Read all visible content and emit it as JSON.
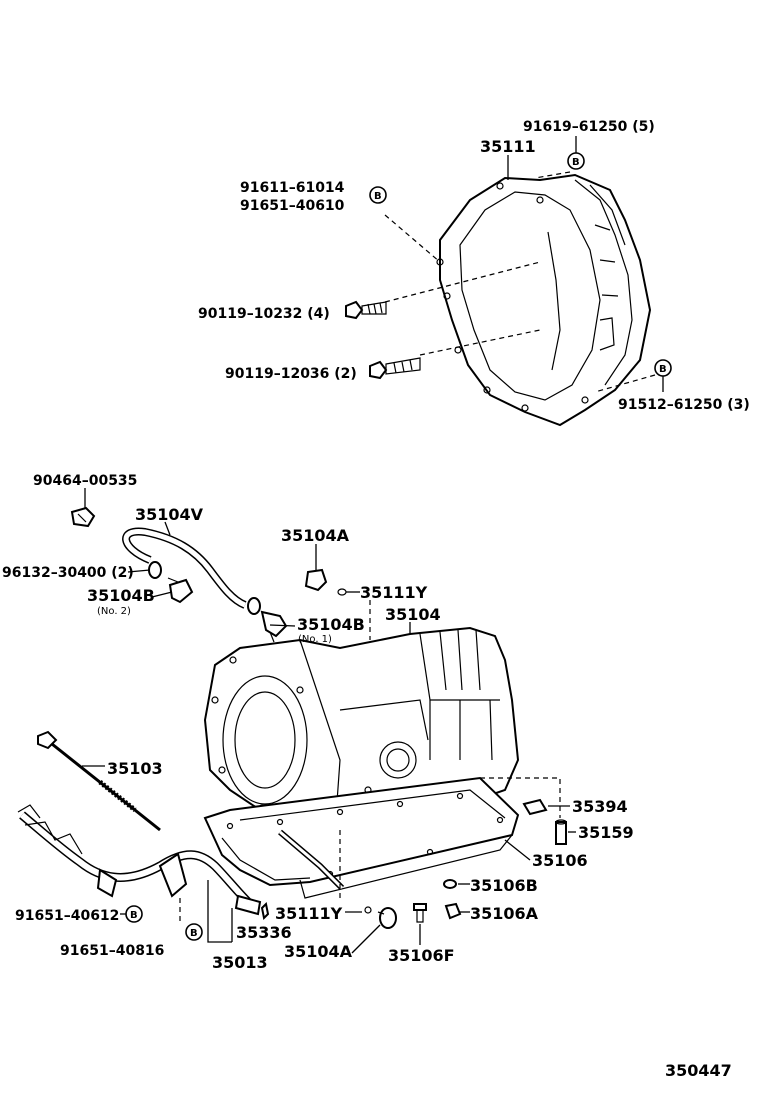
{
  "badge_letter": "B",
  "labels": {
    "bolt_91619": "91619–61250 (5)",
    "housing_35111": "35111",
    "bolt_91611": "91611–61014",
    "bolt_91651_40610": "91651–40610",
    "bolt_90119_10232": "90119–10232 (4)",
    "bolt_90119_12036": "90119–12036 (2)",
    "bolt_91512": "91512–61250 (3)",
    "clip_90464": "90464–00535",
    "hose_35104V": "35104V",
    "clamp_96132": "96132–30400 (2)",
    "union_35104B_no2": "35104B",
    "no2_note": "(No. 2)",
    "plug_35104A_top": "35104A",
    "oring_35111Y_top": "35111Y",
    "trans_35104": "35104",
    "union_35104B_no1": "35104B",
    "no1_note": "(No. 1)",
    "dipstick_35103": "35103",
    "magnet_35394": "35394",
    "strainer_35159": "35159",
    "pan_35106": "35106",
    "gasket_35106B": "35106B",
    "plug_35106A": "35106A",
    "bolt_91651_40612": "91651–40612",
    "oring_35111Y_bottom": "35111Y",
    "tube_35336": "35336",
    "bolt_91651_40816": "91651–40816",
    "plug_35104A_bottom": "35104A",
    "guide_35013": "35013",
    "drain_35106F": "35106F",
    "diagram_number": "350447"
  }
}
